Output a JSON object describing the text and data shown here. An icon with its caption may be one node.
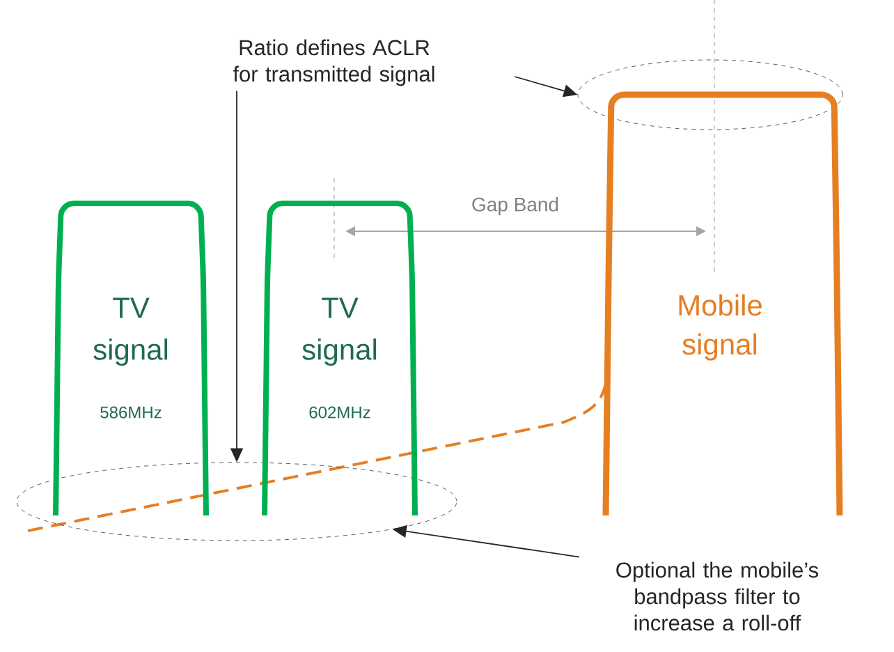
{
  "diagram": {
    "nodes": [
      {
        "text": [
          "Ratio defines ACLR for transmitted signal"
        ]
      },
      {
        "text": [],
        "shape": "ellipse"
      },
      {
        "text": [],
        "shape": "ellipse"
      },
      {
        "text": [
          "Optional the mobile’s bandpass filter to increase a roll-off"
        ]
      },
      {
        "text": [
          "TV signal",
          "586MHz"
        ]
      },
      {
        "text": [
          "TV signal",
          "602MHz"
        ]
      },
      {
        "text": [
          "Mobile signal"
        ]
      }
    ],
    "edges": [
      {
        "from": 0,
        "to": 1,
        "arrow": "to"
      },
      {
        "from": 0,
        "to": 2,
        "arrow": "to"
      },
      {
        "from": 3,
        "to": 2,
        "arrow": "to"
      }
    ],
    "labels": [
      "Gap Band"
    ]
  }
}
